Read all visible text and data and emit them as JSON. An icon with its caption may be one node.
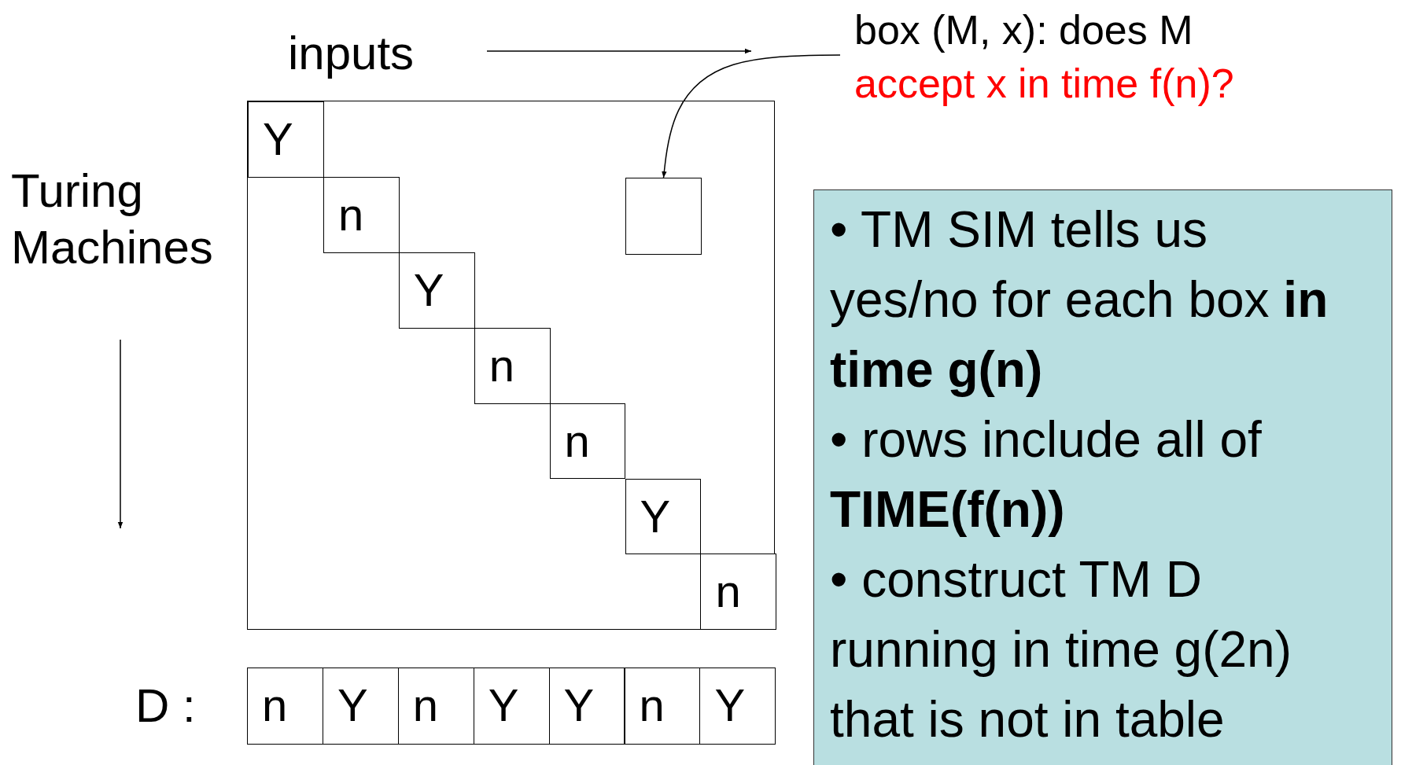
{
  "diagram": {
    "nodes": [
      {
        "text": [
          "box (M, x): does M",
          "accept x in time f(n)?"
        ]
      },
      {
        "text": [],
        "shape": "box"
      },
      {
        "text": [
          "Y"
        ],
        "in": 1
      },
      {
        "text": [
          "n"
        ],
        "in": 1
      },
      {
        "text": [
          "Y"
        ],
        "in": 1
      },
      {
        "text": [
          "n"
        ],
        "in": 1
      },
      {
        "text": [
          "n"
        ],
        "in": 1
      },
      {
        "text": [
          "Y"
        ],
        "in": 1
      },
      {
        "text": [
          "n"
        ],
        "in": 1
      },
      {
        "text": [],
        "shape": "box",
        "in": 1
      },
      {
        "text": [
          "n"
        ]
      },
      {
        "text": [
          "Y"
        ]
      },
      {
        "text": [
          "n"
        ]
      },
      {
        "text": [
          "Y"
        ]
      },
      {
        "text": [
          "Y"
        ]
      },
      {
        "text": [
          "n"
        ]
      },
      {
        "text": [
          "Y"
        ]
      },
      {
        "text": [
          "• TM SIM tells us yes/no for each box **in time g(n)**",
          "• rows include all of **TIME(f(n))**",
          "• construct TM D running in time g(2n) that is not in table"
        ]
      }
    ],
    "edges": [
      {
        "from": 0,
        "to": 9,
        "arrow": "to"
      }
    ],
    "labels": [
      "inputs",
      "Turing Machines",
      "D :"
    ]
  }
}
